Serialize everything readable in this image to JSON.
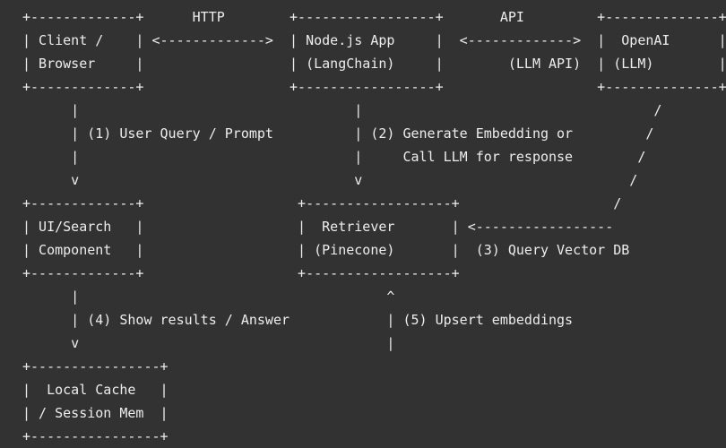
{
  "screen": {
    "background_color": "#323232",
    "text_color": "#ededed"
  },
  "diagram": {
    "lines": [
      "+-------------+      HTTP        +-----------------+       API         +--------------+",
      "| Client /    | <------------->  | Node.js App     |  <------------->  |  OpenAI      |",
      "| Browser     |                  | (LangChain)     |        (LLM API)  | (LLM)        |",
      "+-------------+                  +-----------------+                   +--------------+",
      "      |                                  |                                    /",
      "      | (1) User Query / Prompt          | (2) Generate Embedding or         /",
      "      |                                  |     Call LLM for response        /",
      "      v                                  v                                 /",
      "+-------------+                   +------------------+                   /",
      "| UI/Search   |                   |  Retriever       | <-----------------",
      "| Component   |                   | (Pinecone)       |  (3) Query Vector DB",
      "+-------------+                   +------------------+",
      "      |                                      ^",
      "      | (4) Show results / Answer            | (5) Upsert embeddings",
      "      v                                      |",
      "+----------------+",
      "|  Local Cache   |",
      "| / Session Mem  |",
      "+----------------+"
    ],
    "nodes": [
      "Client / Browser",
      "Node.js App (LangChain)",
      "OpenAI (LLM)",
      "UI/Search Component",
      "Retriever (Pinecone)",
      "Local Cache / Session Mem"
    ],
    "flows": [
      "HTTP",
      "API (LLM API)",
      "(1) User Query / Prompt",
      "(2) Generate Embedding or Call LLM for response",
      "(3) Query Vector DB",
      "(4) Show results / Answer",
      "(5) Upsert embeddings"
    ]
  }
}
